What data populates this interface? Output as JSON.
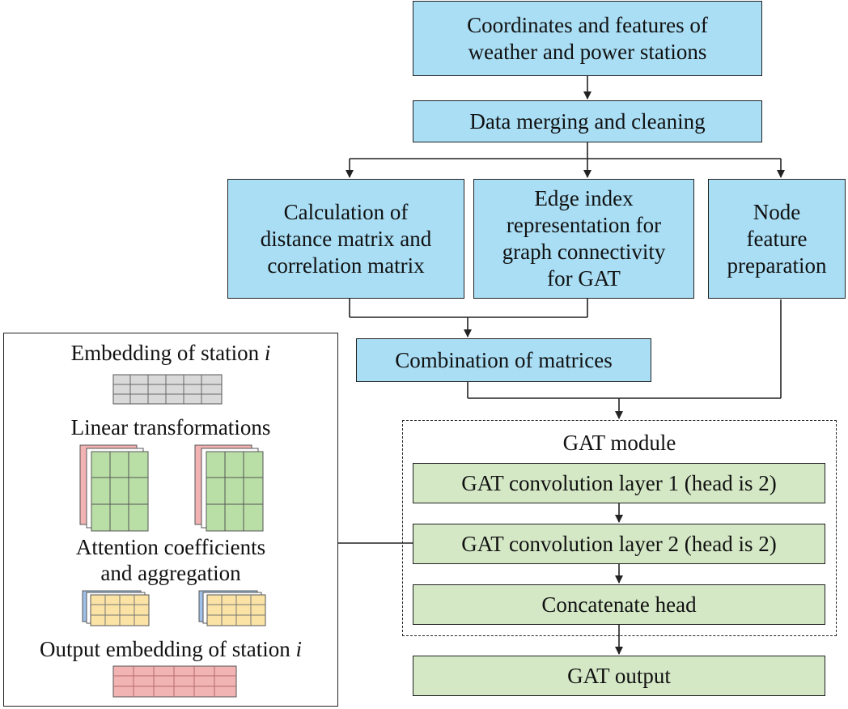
{
  "boxes": {
    "coordinates": "Coordinates and features of\nweather and power stations",
    "merging": "Data merging and cleaning",
    "distance": "Calculation of\ndistance matrix and\ncorrelation matrix",
    "edge_index": "Edge index\nrepresentation for\ngraph connectivity\nfor GAT",
    "node_feature": "Node\nfeature\npreparation",
    "combination": "Combination of matrices"
  },
  "gat_module": {
    "title": "GAT module",
    "layer1": "GAT convolution layer 1 (head is 2)",
    "layer2": "GAT convolution layer 2 (head is 2)",
    "concat": "Concatenate head"
  },
  "gat_output": "GAT output",
  "panel": {
    "embedding": "Embedding of station",
    "linear": "Linear transformations",
    "attention": "Attention coefficients\nand aggregation",
    "output": "Output embedding of station",
    "index_var": "i"
  },
  "colors": {
    "blue_box": "#a9def5",
    "green_box": "#d4e8c6",
    "gray_matrix": "#d9d9d9",
    "green_matrix": "#b9dfa6",
    "red_matrix": "#f2b3b3",
    "yellow_matrix": "#fbe3a6",
    "blue_matrix": "#9fc0e8"
  }
}
